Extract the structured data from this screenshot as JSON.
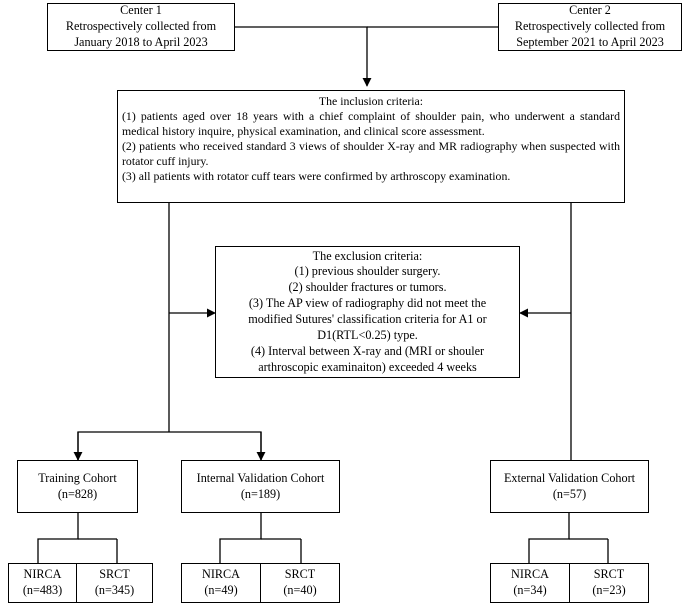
{
  "center1": {
    "title": "Center 1",
    "line1": "Retrospectively collected from",
    "line2": "January 2018 to April 2023"
  },
  "center2": {
    "title": "Center 2",
    "line1": "Retrospectively collected from",
    "line2": "September 2021 to April 2023"
  },
  "inclusion": {
    "title": "The inclusion criteria:",
    "items": [
      "(1) patients aged over 18 years with a chief complaint of shoulder pain, who underwent a standard medical history inquire, physical examination, and clinical score assessment.",
      "(2) patients who received standard 3 views  of shoulder X-ray and MR radiography when suspected with rotator cuff injury.",
      "(3) all patients with rotator cuff tears were confirmed by arthroscopy examination."
    ]
  },
  "exclusion": {
    "title": "The exclusion criteria:",
    "items": [
      "(1) previous shoulder surgery.",
      "(2) shoulder fractures or tumors.",
      "(3) The AP view of radiography did not meet the modified Sutures' classification criteria for A1 or D1(RTL<0.25) type.",
      "(4) Interval between X-ray and (MRI or shouler arthroscopic examinaiton) exceeded 4 weeks"
    ]
  },
  "cohorts": {
    "training": {
      "name": "Training Cohort",
      "n": "(n=828)"
    },
    "internal": {
      "name": "Internal Validation Cohort",
      "n": "(n=189)"
    },
    "external": {
      "name": "External Validation Cohort",
      "n": "(n=57)"
    }
  },
  "leaves": {
    "training_nirca": {
      "name": "NIRCA",
      "n": "(n=483)"
    },
    "training_srct": {
      "name": "SRCT",
      "n": "(n=345)"
    },
    "internal_nirca": {
      "name": "NIRCA",
      "n": "(n=49)"
    },
    "internal_srct": {
      "name": "SRCT",
      "n": "(n=40)"
    },
    "external_nirca": {
      "name": "NIRCA",
      "n": "(n=34)"
    },
    "external_srct": {
      "name": "SRCT",
      "n": "(n=23)"
    }
  }
}
